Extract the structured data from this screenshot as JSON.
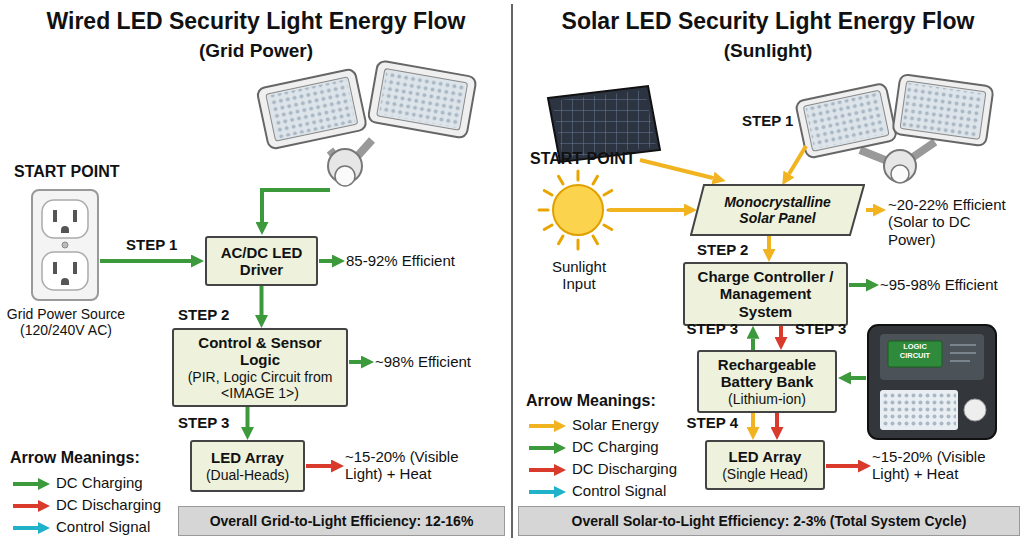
{
  "diagram": {
    "nodes": [
      {
        "text": [
          "AC/DC LED Driver"
        ]
      },
      {
        "text": [
          "Control & Sensor Logic",
          "(PIR, Logic Circuit from <IMAGE 1>)"
        ]
      },
      {
        "text": [
          "LED Array",
          "(Dual-Heads)"
        ]
      },
      {
        "text": [
          "Overall Grid-to-Light Efficiency: 12-16%"
        ]
      },
      {
        "text": [
          "Monocrystalline Solar Panel"
        ]
      },
      {
        "text": [
          "Charge Controller / Management System"
        ]
      },
      {
        "text": [
          "Rechargeable Battery Bank",
          "(Lithium-ion)"
        ]
      },
      {
        "text": [
          "LED Array",
          "(Single Head)"
        ]
      },
      {
        "text": [
          "Overall Solar-to-Light Efficiency: 2-3% (Total System Cycle)"
        ]
      }
    ],
    "edges": [
      {
        "from": 0,
        "to": 1,
        "arrow": "to"
      },
      {
        "from": 1,
        "to": 2,
        "arrow": "to"
      },
      {
        "from": 4,
        "to": 5,
        "arrow": "to"
      },
      {
        "from": 6,
        "to": 5,
        "arrow": "to"
      },
      {
        "from": 5,
        "to": 6,
        "arrow": "to"
      },
      {
        "from": 6,
        "to": 7,
        "arrow": "to"
      },
      {
        "from": 6,
        "to": 7,
        "arrow": "to"
      }
    ],
    "labels": [
      "Wired LED Security Light Energy Flow",
      "(Grid Power)",
      "Solar LED Security Light Energy Flow",
      "(Sunlight)",
      "START POINT",
      "STEP 1",
      "Grid Power Source (120/240V AC)",
      "85-92% Efficient",
      "STEP 2",
      "~98% Efficient",
      "STEP 3",
      "~15-20% (Visible Light) + Heat",
      "Arrow Meanings:",
      "STEP 1",
      "START POINT",
      "Sunlight Input",
      "~20-22% Efficient (Solar to DC Power)",
      "STEP 2",
      "~95-98% Efficient",
      "STEP 3",
      "STEP 3",
      "LOGIC CIRCUIT",
      "STEP 4",
      "~15-20% (Visible Light) + Heat",
      "Arrow Meanings:"
    ],
    "legend": [
      {
        "text": "DC Charging",
        "color": "#3c9a3c"
      },
      {
        "text": "DC Discharging",
        "color": "#d93a2b"
      },
      {
        "text": "Control Signal",
        "color": "#1fb2c8"
      },
      {
        "text": "Solar Energy",
        "color": "#f2b320"
      },
      {
        "text": "DC Charging",
        "color": "#3c9a3c"
      },
      {
        "text": "DC Discharging",
        "color": "#d93a2b"
      },
      {
        "text": "Control Signal",
        "color": "#1fb2c8"
      }
    ]
  }
}
